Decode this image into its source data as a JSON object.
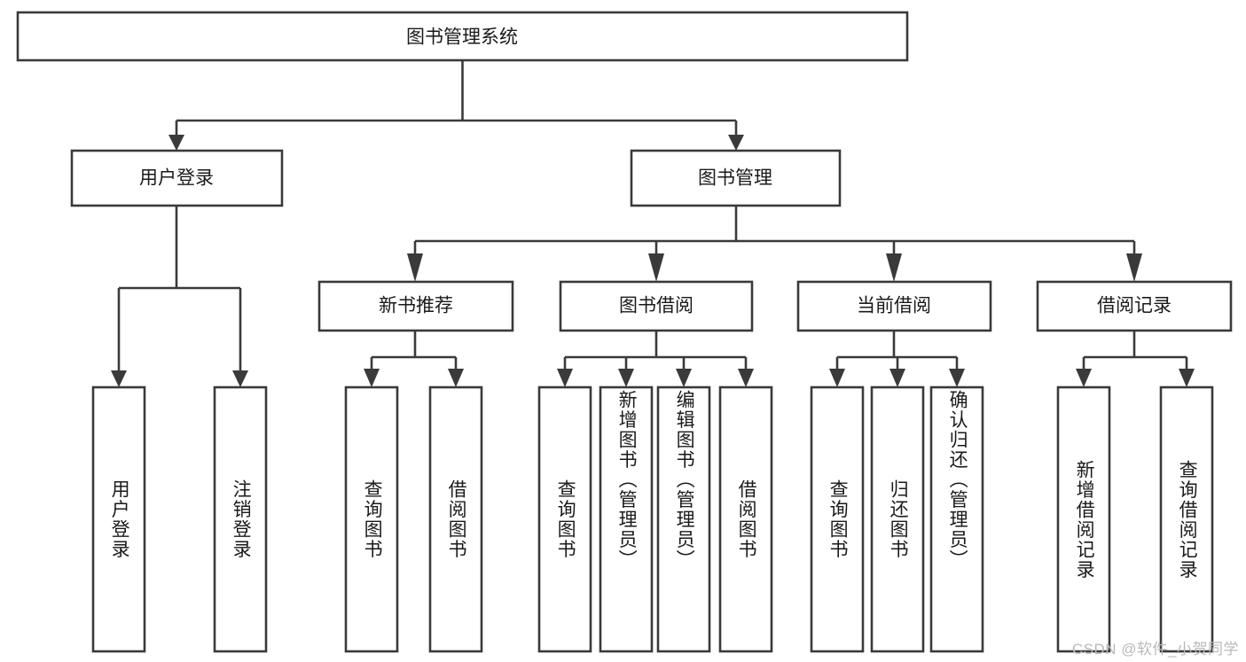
{
  "diagram": {
    "title": "图书管理系统",
    "type": "hierarchy-tree",
    "root": {
      "id": "root",
      "label": "图书管理系统",
      "orientation": "horizontal"
    },
    "level2": [
      {
        "id": "user-login",
        "label": "用户登录",
        "orientation": "horizontal"
      },
      {
        "id": "book-manage",
        "label": "图书管理",
        "orientation": "horizontal"
      }
    ],
    "level3": [
      {
        "id": "new-book-rec",
        "label": "新书推荐",
        "orientation": "horizontal",
        "parent": "book-manage"
      },
      {
        "id": "book-borrow",
        "label": "图书借阅",
        "orientation": "horizontal",
        "parent": "book-manage"
      },
      {
        "id": "current-borrow",
        "label": "当前借阅",
        "orientation": "horizontal",
        "parent": "book-manage"
      },
      {
        "id": "borrow-record",
        "label": "借阅记录",
        "orientation": "horizontal",
        "parent": "book-manage"
      }
    ],
    "leaves": [
      {
        "id": "leaf-user-login",
        "label": "用户登录",
        "orientation": "vertical",
        "parent": "user-login"
      },
      {
        "id": "leaf-logout-login",
        "label": "注销登录",
        "orientation": "vertical",
        "parent": "user-login"
      },
      {
        "id": "leaf-query-book-1",
        "label": "查询图书",
        "orientation": "vertical",
        "parent": "new-book-rec"
      },
      {
        "id": "leaf-borrow-book-1",
        "label": "借阅图书",
        "orientation": "vertical",
        "parent": "new-book-rec"
      },
      {
        "id": "leaf-query-book-2",
        "label": "查询图书",
        "orientation": "vertical",
        "parent": "book-borrow"
      },
      {
        "id": "leaf-add-book",
        "label": "新增图书（管理员）",
        "orientation": "vertical",
        "parent": "book-borrow"
      },
      {
        "id": "leaf-edit-book",
        "label": "编辑图书（管理员）",
        "orientation": "vertical",
        "parent": "book-borrow"
      },
      {
        "id": "leaf-borrow-book-2",
        "label": "借阅图书",
        "orientation": "vertical",
        "parent": "book-borrow"
      },
      {
        "id": "leaf-query-book-3",
        "label": "查询图书",
        "orientation": "vertical",
        "parent": "current-borrow"
      },
      {
        "id": "leaf-return-book",
        "label": "归还图书",
        "orientation": "vertical",
        "parent": "current-borrow"
      },
      {
        "id": "leaf-confirm-return",
        "label": "确认归还（管理员）",
        "orientation": "vertical",
        "parent": "current-borrow"
      },
      {
        "id": "leaf-add-record",
        "label": "新增借阅记录",
        "orientation": "vertical",
        "parent": "borrow-record"
      },
      {
        "id": "leaf-query-record",
        "label": "查询借阅记录",
        "orientation": "vertical",
        "parent": "borrow-record"
      }
    ]
  },
  "watermark": {
    "text": "CSDN @软件_小贺同学"
  },
  "colors": {
    "stroke": "#3a3a3a",
    "fill": "#ffffff",
    "text": "#1a1a1a",
    "watermark": "#b9b9b9"
  }
}
